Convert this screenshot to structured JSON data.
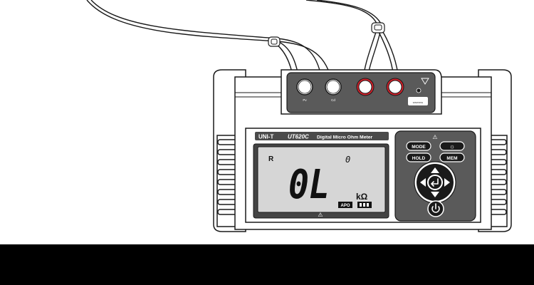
{
  "device": {
    "brand": "UNI-T",
    "model": "UT620C",
    "title": "Digital Micro Ohm Meter",
    "warning_symbol": "⚠",
    "terminals": [
      {
        "label": "Pv",
        "color": "black"
      },
      {
        "label": "Cd",
        "color": "black"
      },
      {
        "label": "",
        "color": "red"
      },
      {
        "label": "",
        "color": "red"
      }
    ],
    "warning_label": "WARNING",
    "lcd": {
      "mode": "R",
      "indicator": "0",
      "reading": "0L",
      "unit": "kΩ",
      "apo": "APO"
    },
    "keys": {
      "mode": "MODE",
      "light": "☼",
      "hold": "HOLD",
      "mem": "MEM",
      "power": "power-icon"
    }
  },
  "colors": {
    "body": "#ffffff",
    "outline": "#1a1a1a",
    "panel": "#5a5a5a",
    "lcd": "#d6d6d6",
    "red_terminal": "#d0202a",
    "bar": "#000000"
  }
}
